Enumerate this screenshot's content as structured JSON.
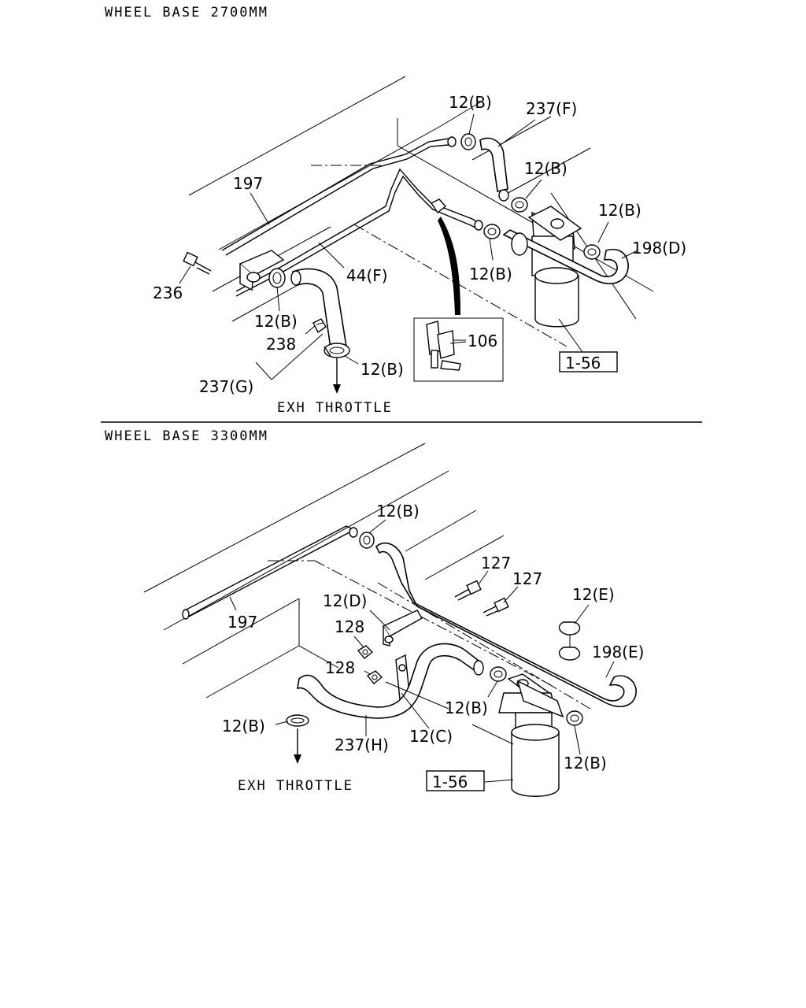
{
  "top_section": {
    "heading": "WHEEL BASE 2700MM",
    "callouts": {
      "c12b_a": "12(B)",
      "c237f": "237(F)",
      "c12b_b": "12(B)",
      "c12b_c": "12(B)",
      "c198d": "198(D)",
      "c197": "197",
      "c236": "236",
      "c44f": "44(F)",
      "c12b_d": "12(B)",
      "c12b_e": "12(B)",
      "c238": "238",
      "c237g": "237(G)",
      "c12b_f": "12(B)",
      "c106": "106",
      "ref156": "1-56"
    },
    "destination": "EXH THROTTLE"
  },
  "bottom_section": {
    "heading": "WHEEL BASE 3300MM",
    "callouts": {
      "c12b_a": "12(B)",
      "c127_a": "127",
      "c127_b": "127",
      "c12e": "12(E)",
      "c197": "197",
      "c12d": "12(D)",
      "c128_a": "128",
      "c198e": "198(E)",
      "c128_b": "128",
      "c12b_b": "12(B)",
      "c12b_c": "12(B)",
      "c237h": "237(H)",
      "c12c": "12(C)",
      "c12b_d": "12(B)",
      "ref156": "1-56"
    },
    "destination": "EXH THROTTLE"
  }
}
